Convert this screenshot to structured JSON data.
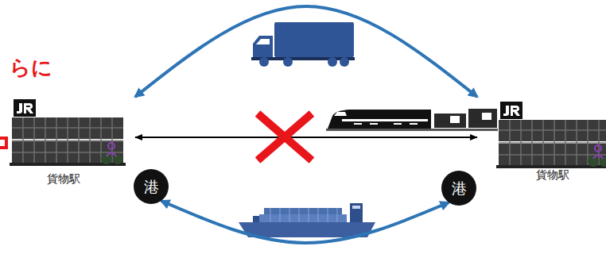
{
  "diagram": {
    "nodes": [
      {
        "text": [
          "貨物駅"
        ]
      },
      {
        "text": [
          "貨物駅"
        ]
      },
      {
        "text": [
          "港"
        ]
      },
      {
        "text": [
          "港"
        ]
      }
    ],
    "edges": [
      {
        "from": 0,
        "to": 1,
        "arrow": "both"
      },
      {
        "from": 0,
        "to": 1,
        "arrow": "both"
      },
      {
        "from": 2,
        "to": 3,
        "arrow": "both"
      }
    ],
    "labels": [
      "らに"
    ]
  }
}
